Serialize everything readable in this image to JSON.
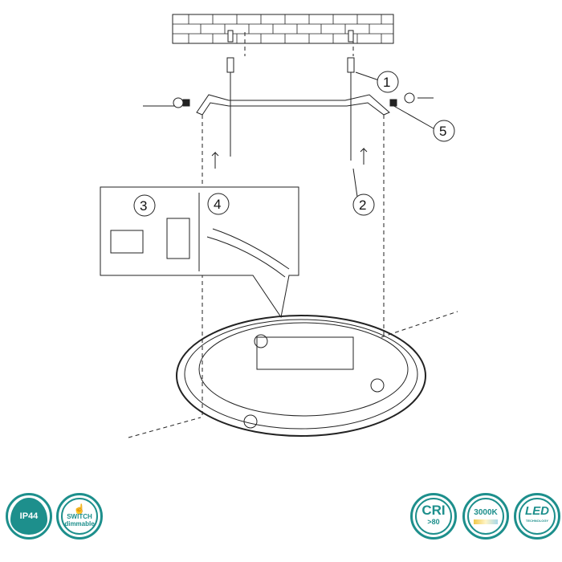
{
  "callouts": [
    "1",
    "2",
    "3",
    "4",
    "5"
  ],
  "badges": {
    "ip": "IP44",
    "switch_top": "SWITCH",
    "switch_bottom": "dimmable",
    "cri": "CRI",
    "cri_sub": ">80",
    "cct": "3000K",
    "led": "LED",
    "led_sub": "TECHNOLOGY"
  },
  "colors": {
    "accent": "#1d8f8c",
    "line": "#222222"
  }
}
